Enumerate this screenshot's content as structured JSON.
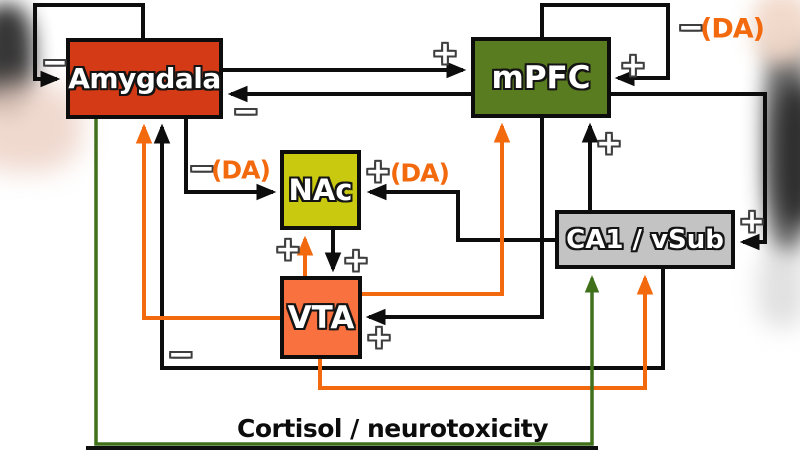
{
  "diagram": {
    "caption": "Cortisol / neurotoxicity",
    "nodes": {
      "amygdala": {
        "label": "Amygdala",
        "fill": "#d43a16"
      },
      "mpfc": {
        "label": "mPFC",
        "fill": "#5a7c20"
      },
      "nac": {
        "label": "NAc",
        "fill": "#c9ca10"
      },
      "vta": {
        "label": "VTA",
        "fill": "#fa7140"
      },
      "ca1_vsub": {
        "label": "CA1 / vSub",
        "fill": "#c3c3c3"
      }
    },
    "edge_signs": {
      "amygdala_self": "−",
      "mpfc_self": "+",
      "amygdala_to_mpfc": "+",
      "mpfc_to_amygdala": "−",
      "mpfc_to_ca1": "+",
      "ca1_to_mpfc": "+",
      "ca1_to_nac_sign": "+",
      "ca1_to_nac_da": "(DA)",
      "amygdala_to_nac_sign": "−",
      "amygdala_to_nac_da": "(DA)",
      "nac_to_vta": "+",
      "vta_to_nac": "+",
      "mpfc_to_vta": "+",
      "ca1_to_amygdala": "−",
      "top_right_sign": "−",
      "top_right_da": "(DA)"
    },
    "colors": {
      "dopamine_orange": "#f2690e",
      "cortisol_green": "#41701a",
      "line_black": "#0d0d0d"
    }
  }
}
